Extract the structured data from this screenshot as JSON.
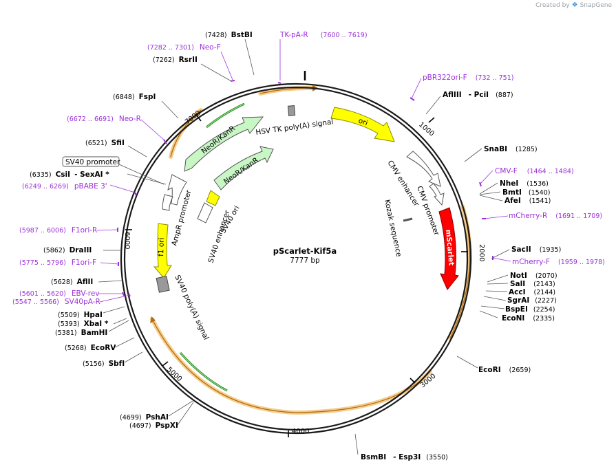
{
  "brand": {
    "prefix": "Created by",
    "name": "SnapGene"
  },
  "plasmid": {
    "name": "pScarlet-Kif5a",
    "length_label": "7777 bp",
    "length": 7777
  },
  "ticks": [
    {
      "pos": 1000,
      "label": "1000"
    },
    {
      "pos": 2000,
      "label": "2000"
    },
    {
      "pos": 3000,
      "label": "3000"
    },
    {
      "pos": 4000,
      "label": "4000"
    },
    {
      "pos": 5000,
      "label": "5000"
    },
    {
      "pos": 6000,
      "label": "6000"
    },
    {
      "pos": 7000,
      "label": "7000"
    }
  ],
  "sites": [
    {
      "name": "BstBI",
      "pos": "(7428)"
    },
    {
      "name": "RsrII",
      "pos": "(7262)"
    },
    {
      "name": "FspI",
      "pos": "(6848)"
    },
    {
      "name": "SfiI",
      "pos": "(6521)"
    },
    {
      "name": "CsiI",
      "extra": "- SexAI *",
      "pos": "(6335)"
    },
    {
      "name": "DraIII",
      "pos": "(5862)"
    },
    {
      "name": "AflII",
      "pos": "(5628)"
    },
    {
      "name": "HpaI",
      "pos": "(5509)"
    },
    {
      "name": "XbaI *",
      "pos": "(5393)"
    },
    {
      "name": "BamHI",
      "pos": "(5381)"
    },
    {
      "name": "EcoRV",
      "pos": "(5268)"
    },
    {
      "name": "SbfI",
      "pos": "(5156)"
    },
    {
      "name": "PshAI",
      "pos": "(4699)"
    },
    {
      "name": "PspXI",
      "pos": "(4697)"
    },
    {
      "name": "BsmBI",
      "extra": "- Esp3I",
      "pos": "(3550)"
    },
    {
      "name": "EcoRI",
      "pos": "(2659)"
    },
    {
      "name": "NotI",
      "pos": "(2070)"
    },
    {
      "name": "SalI",
      "pos": "(2143)"
    },
    {
      "name": "AccI",
      "pos": "(2144)"
    },
    {
      "name": "SgrAI",
      "pos": "(2227)"
    },
    {
      "name": "BspEI",
      "pos": "(2254)"
    },
    {
      "name": "EcoNI",
      "pos": "(2335)"
    },
    {
      "name": "SacII",
      "pos": "(1935)"
    },
    {
      "name": "NheI",
      "pos": "(1536)"
    },
    {
      "name": "BmtI",
      "pos": "(1540)"
    },
    {
      "name": "AfeI",
      "pos": "(1541)"
    },
    {
      "name": "SnaBI",
      "pos": "(1285)"
    },
    {
      "name": "AflIII",
      "extra": "- PciI",
      "pos": "(887)"
    }
  ],
  "primers": [
    {
      "name": "TK-pA-R",
      "range": "(7600 .. 7619)"
    },
    {
      "name": "Neo-F",
      "range": "(7282 .. 7301)"
    },
    {
      "name": "Neo-R",
      "range": "(6672 .. 6691)"
    },
    {
      "name": "pBABE 3'",
      "range": "(6249 .. 6269)"
    },
    {
      "name": "F1ori-R",
      "range": "(5987 .. 6006)"
    },
    {
      "name": "F1ori-F",
      "range": "(5775 .. 5796)"
    },
    {
      "name": "EBV-rev",
      "range": "(5601 .. 5620)"
    },
    {
      "name": "SV40pA-R",
      "range": "(5547 .. 5566)"
    },
    {
      "name": "pBR322ori-F",
      "range": "(732 .. 751)"
    },
    {
      "name": "CMV-F",
      "range": "(1464 .. 1484)"
    },
    {
      "name": "mCherry-R",
      "range": "(1691 .. 1709)"
    },
    {
      "name": "mCherry-F",
      "range": "(1959 .. 1978)"
    }
  ],
  "features": {
    "ori": "ori",
    "cmv_enhancer": "CMV enhancer",
    "cmv_promoter": "CMV promoter",
    "kozak": "Kozak sequence",
    "mscarlet": "mScarlet",
    "hsv_tk_polya": "HSV TK poly(A) signal",
    "neo_r_1": "NeoR/KanR",
    "neo_r_2": "NeoR/KanR",
    "sv40_enhancer": "SV40 enhancer",
    "sv40_ori": "SV40 ori",
    "sv40_promoter": "SV40 promoter",
    "ampr_promoter": "AmpR promoter",
    "f1_ori": "f1 ori",
    "sv40_polya": "SV40 poly(A) signal"
  },
  "colors": {
    "backbone": "#1a1a1a",
    "orf_highlight": "#f5c77e",
    "primer": "#9b30d9",
    "ori": "#ffff00",
    "mscarlet": "#ff0000",
    "neo": "#c8f7c5",
    "polya": "#999999"
  }
}
